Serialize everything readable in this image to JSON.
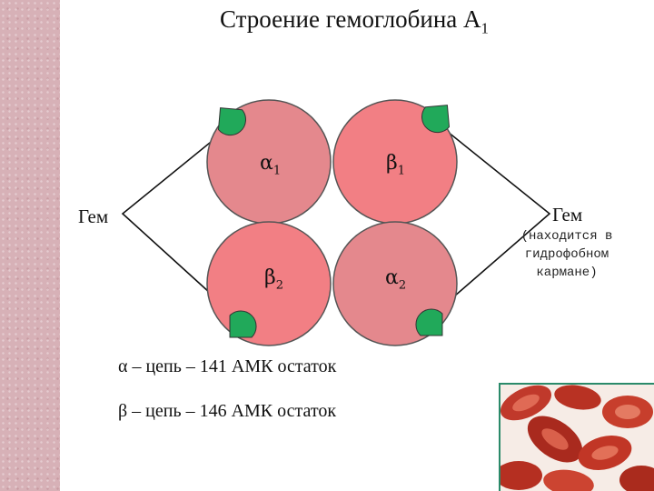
{
  "title": "Строение гемоглобина А",
  "title_sub": "1",
  "heme_left": "Гем",
  "heme_right": "Гем",
  "heme_note": [
    "(находится в",
    "гидрофобном",
    "кармане)"
  ],
  "subunits": [
    {
      "symbol": "α",
      "index": "1",
      "color": "#e4888d"
    },
    {
      "symbol": "β",
      "index": "1",
      "color": "#f27f84"
    },
    {
      "symbol": "β",
      "index": "2",
      "color": "#f27f84"
    },
    {
      "symbol": "α",
      "index": "2",
      "color": "#e4888d"
    }
  ],
  "heme_color": "#21a95a",
  "legend": [
    "α – цепь – 141 АМК остаток",
    "β – цепь – 146 АМК остаток"
  ]
}
